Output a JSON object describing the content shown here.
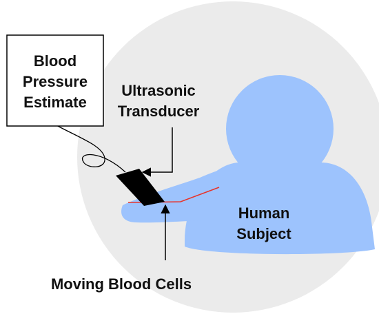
{
  "labels": {
    "estimate_line1": "Blood",
    "estimate_line2": "Pressure",
    "estimate_line3": "Estimate",
    "transducer_line1": "Ultrasonic",
    "transducer_line2": "Transducer",
    "subject_line1": "Human",
    "subject_line2": "Subject",
    "blood_cells": "Moving Blood Cells"
  },
  "colors": {
    "background_circle": "#ebebeb",
    "body": "#9dc3fd",
    "transducer": "#000000",
    "artery": "#e8332a",
    "box_border": "#000000"
  }
}
